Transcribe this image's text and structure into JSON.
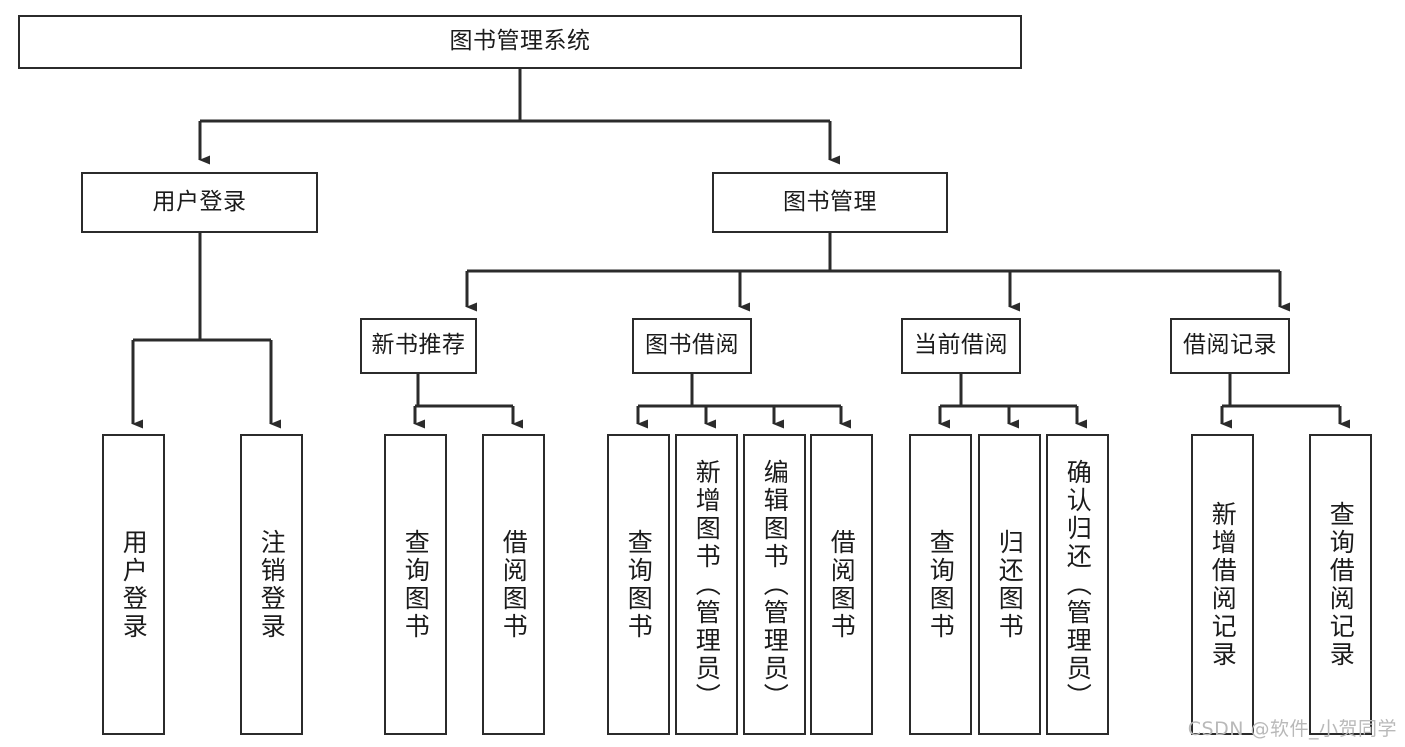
{
  "diagram": {
    "title": "图书管理系统",
    "type": "hierarchy-tree",
    "watermark": "CSDN @软件_小贺同学",
    "colors": {
      "stroke": "#2b2b2b",
      "fill": "#ffffff",
      "text": "#1b1b1b",
      "watermark": "#b9b9b9",
      "background": "#ffffff"
    },
    "nodes": {
      "root": {
        "label": "图书管理系统"
      },
      "level1": [
        {
          "label": "用户登录"
        },
        {
          "label": "图书管理"
        }
      ],
      "level2": [
        {
          "label": "新书推荐"
        },
        {
          "label": "图书借阅"
        },
        {
          "label": "当前借阅"
        },
        {
          "label": "借阅记录"
        }
      ],
      "leaves": {
        "user_login": [
          {
            "label": "用户登录"
          },
          {
            "label": "注销登录"
          }
        ],
        "new_book_rec": [
          {
            "label": "查询图书"
          },
          {
            "label": "借阅图书"
          }
        ],
        "book_borrow": [
          {
            "label": "查询图书"
          },
          {
            "label": "新增图书（管理员）"
          },
          {
            "label": "编辑图书（管理员）"
          },
          {
            "label": "借阅图书"
          }
        ],
        "current_borrow": [
          {
            "label": "查询图书"
          },
          {
            "label": "归还图书"
          },
          {
            "label": "确认归还（管理员）"
          }
        ],
        "borrow_record": [
          {
            "label": "新增借阅记录"
          },
          {
            "label": "查询借阅记录"
          }
        ]
      }
    }
  }
}
